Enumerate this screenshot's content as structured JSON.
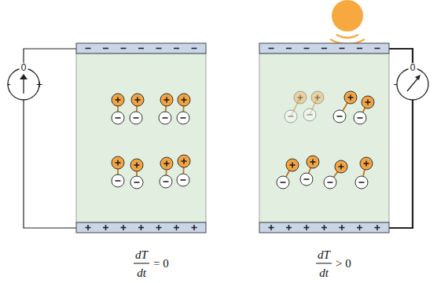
{
  "diagram": {
    "labels": [
      "0",
      "-",
      "+",
      "dT",
      "dt",
      "= 0",
      "0",
      "-",
      "dT",
      "dt",
      "> 0"
    ]
  }
}
